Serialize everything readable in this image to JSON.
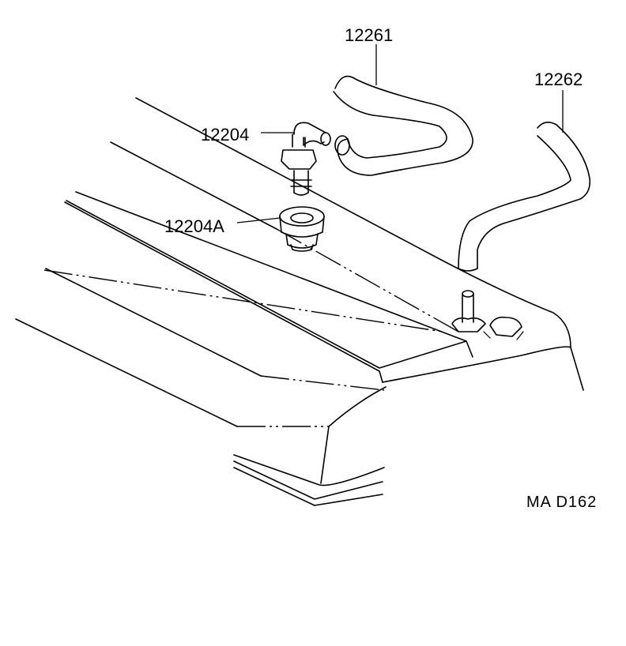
{
  "parts": {
    "hose_1": "12261",
    "hose_2": "12262",
    "pcv_valve": "12204",
    "grommet": "12204A"
  },
  "diagram_code": "MA  D162"
}
